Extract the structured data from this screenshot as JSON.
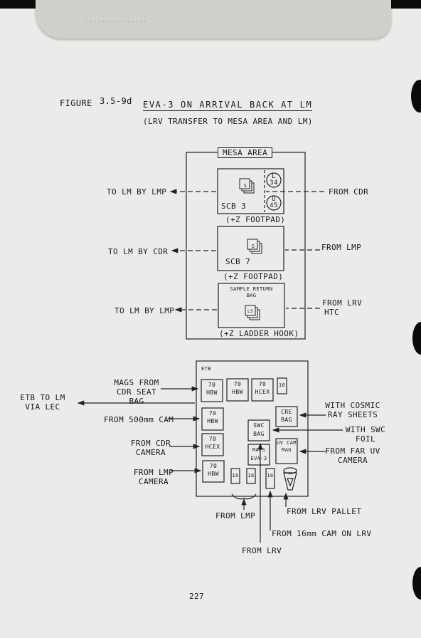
{
  "header": {
    "strip_text": "...............",
    "figure_label": "FIGURE",
    "figure_number": "3.5-9d",
    "title": "EVA-3 ON ARRIVAL BACK AT LM",
    "subtitle": "(LRV TRANSFER TO MESA AREA AND LM)"
  },
  "mesa": {
    "title": "MESA AREA",
    "box1": {
      "scb_label": "SCB 3",
      "bag_s": "S",
      "circle_l": "L\n34",
      "circle_u": "U\n45",
      "caption": "(+Z FOOTPAD)"
    },
    "box2": {
      "scb_label": "SCB 7",
      "bag_s": "S",
      "caption": "(+Z FOOTPAD)"
    },
    "box3": {
      "label": "SAMPLE RETURN BAG",
      "label_line1": "SAMPLE RETURN",
      "label_line2": "BAG",
      "bag": "LS",
      "caption": "(+Z LADDER HOOK)"
    },
    "left_labels": [
      "TO LM BY LMP",
      "TO LM BY CDR",
      "TO LM BY LMP"
    ],
    "right_labels": [
      "FROM CDR",
      "FROM LMP",
      "FROM LRV HTC"
    ],
    "right_label_lines": [
      "FROM LRV",
      "HTC"
    ]
  },
  "etb": {
    "title": "ETB",
    "items": {
      "mag1": "70 HBW",
      "mag2": "70 HBW",
      "mag3": "70 HCEX",
      "mag4": "16",
      "mag5": "70 HBW",
      "mag6": "70 HCEX",
      "mag7": "70 HBW",
      "swc": "SWC BAG",
      "cre": "CRE BAG",
      "maps": "MAPS EVA-3",
      "uv": "UV CAM MAG",
      "s1": "16",
      "s2": "16",
      "s3": "16"
    },
    "left_labels": {
      "etb_to_lm": "ETB TO LM VIA LEC",
      "mags_from_cdr": "MAGS FROM CDR SEAT BAG",
      "from_500": "FROM 500mm CAM",
      "from_cdr_camera": "FROM CDR CAMERA",
      "from_lmp_camera": "FROM LMP CAMERA"
    },
    "right_labels": {
      "cosmic": "WITH COSMIC RAY SHEETS",
      "swc_foil": "WITH SWC FOIL",
      "far_uv": "FROM FAR UV CAMERA"
    },
    "bottom_labels": {
      "from_lmp": "FROM LMP",
      "from_lrv_pallet": "FROM LRV PALLET",
      "from_16mm": "FROM 16mm CAM ON LRV",
      "from_lrv": "FROM LRV"
    }
  },
  "page_number": "227"
}
